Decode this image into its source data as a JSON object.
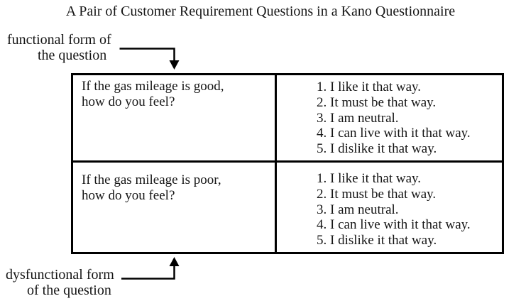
{
  "title": "A Pair of Customer Requirement Questions in a Kano Questionnaire",
  "annotations": {
    "functional": {
      "line1": "functional form of",
      "line2": "the question"
    },
    "dysfunctional": {
      "line1": "dysfunctional form",
      "line2": "of the question"
    }
  },
  "table": {
    "rows": [
      {
        "question_line1": "If the gas mileage is good,",
        "question_line2": "how do you feel?",
        "options": [
          "I like it that way.",
          "It must be that way.",
          "I am neutral.",
          "I can live with it that way.",
          "I dislike it that way."
        ]
      },
      {
        "question_line1": "If the gas mileage is poor,",
        "question_line2": "how do you feel?",
        "options": [
          "I like it that way.",
          "It must be that way.",
          "I am neutral.",
          "I can live with it that way.",
          "I dislike it that way."
        ]
      }
    ]
  },
  "colors": {
    "text": "#151515",
    "border": "#000000",
    "background": "#ffffff"
  }
}
